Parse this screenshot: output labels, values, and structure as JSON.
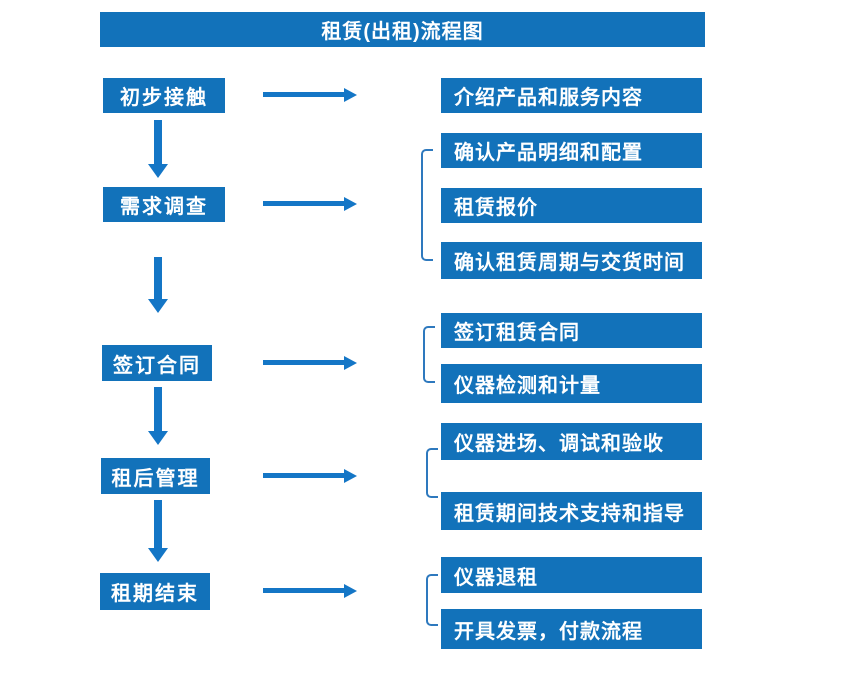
{
  "title": "租赁(出租)流程图",
  "colors": {
    "box_blue": "#1272BA",
    "arrow_blue": "#1476C6",
    "bracket_blue": "#2E79BE",
    "text_white": "#FFFFFF",
    "background": "#FFFFFF"
  },
  "steps": [
    {
      "label": "初步接触",
      "details": [
        "介绍产品和服务内容"
      ]
    },
    {
      "label": "需求调查",
      "details": [
        "确认产品明细和配置",
        "租赁报价",
        "确认租赁周期与交货时间"
      ]
    },
    {
      "label": "签订合同",
      "details": [
        "签订租赁合同",
        "仪器检测和计量"
      ]
    },
    {
      "label": "租后管理",
      "details": [
        "仪器进场、调试和验收",
        "租赁期间技术支持和指导"
      ]
    },
    {
      "label": "租期结束",
      "details": [
        "仪器退租",
        "开具发票，付款流程"
      ]
    }
  ]
}
